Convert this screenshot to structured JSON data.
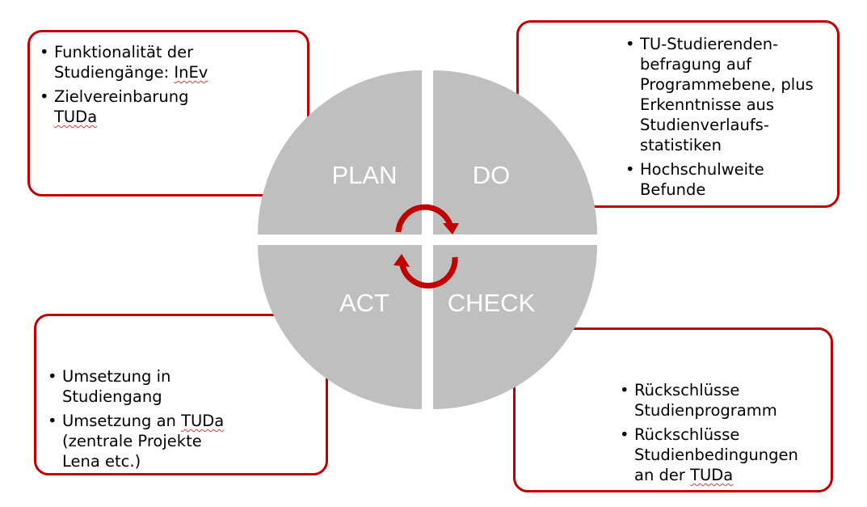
{
  "colors": {
    "accent": "#c00000",
    "quadrant": "#bfbfbf",
    "label": "#ffffff"
  },
  "cycle": {
    "plan": "PLAN",
    "do": "DO",
    "act": "ACT",
    "check": "CHECK"
  },
  "boxes": {
    "top_left": [
      {
        "lines": [
          "Funktionalität der",
          "Studiengänge: ",
          "InEv"
        ]
      },
      {
        "lines": [
          "Zielvereinbarung",
          "TUDa"
        ]
      }
    ],
    "top_right": [
      {
        "lines": [
          "TU-Studierenden-",
          "befragung auf",
          "Programmebene, plus",
          "Erkenntnisse aus",
          "Studienverlaufs-",
          "statistiken"
        ]
      },
      {
        "lines": [
          "Hochschulweite",
          "Befunde"
        ]
      }
    ],
    "bottom_left": [
      {
        "lines": [
          "Umsetzung in",
          "Studiengang"
        ]
      },
      {
        "lines": [
          "Umsetzung an ",
          "TUDa",
          "(zentrale Projekte",
          "Lena etc.)"
        ]
      }
    ],
    "bottom_right": [
      {
        "lines": [
          "Rückschlüsse",
          "Studienprogramm"
        ]
      },
      {
        "lines": [
          "Rückschlüsse",
          "Studienbedingungen",
          "an der ",
          "TUDa"
        ]
      }
    ]
  }
}
